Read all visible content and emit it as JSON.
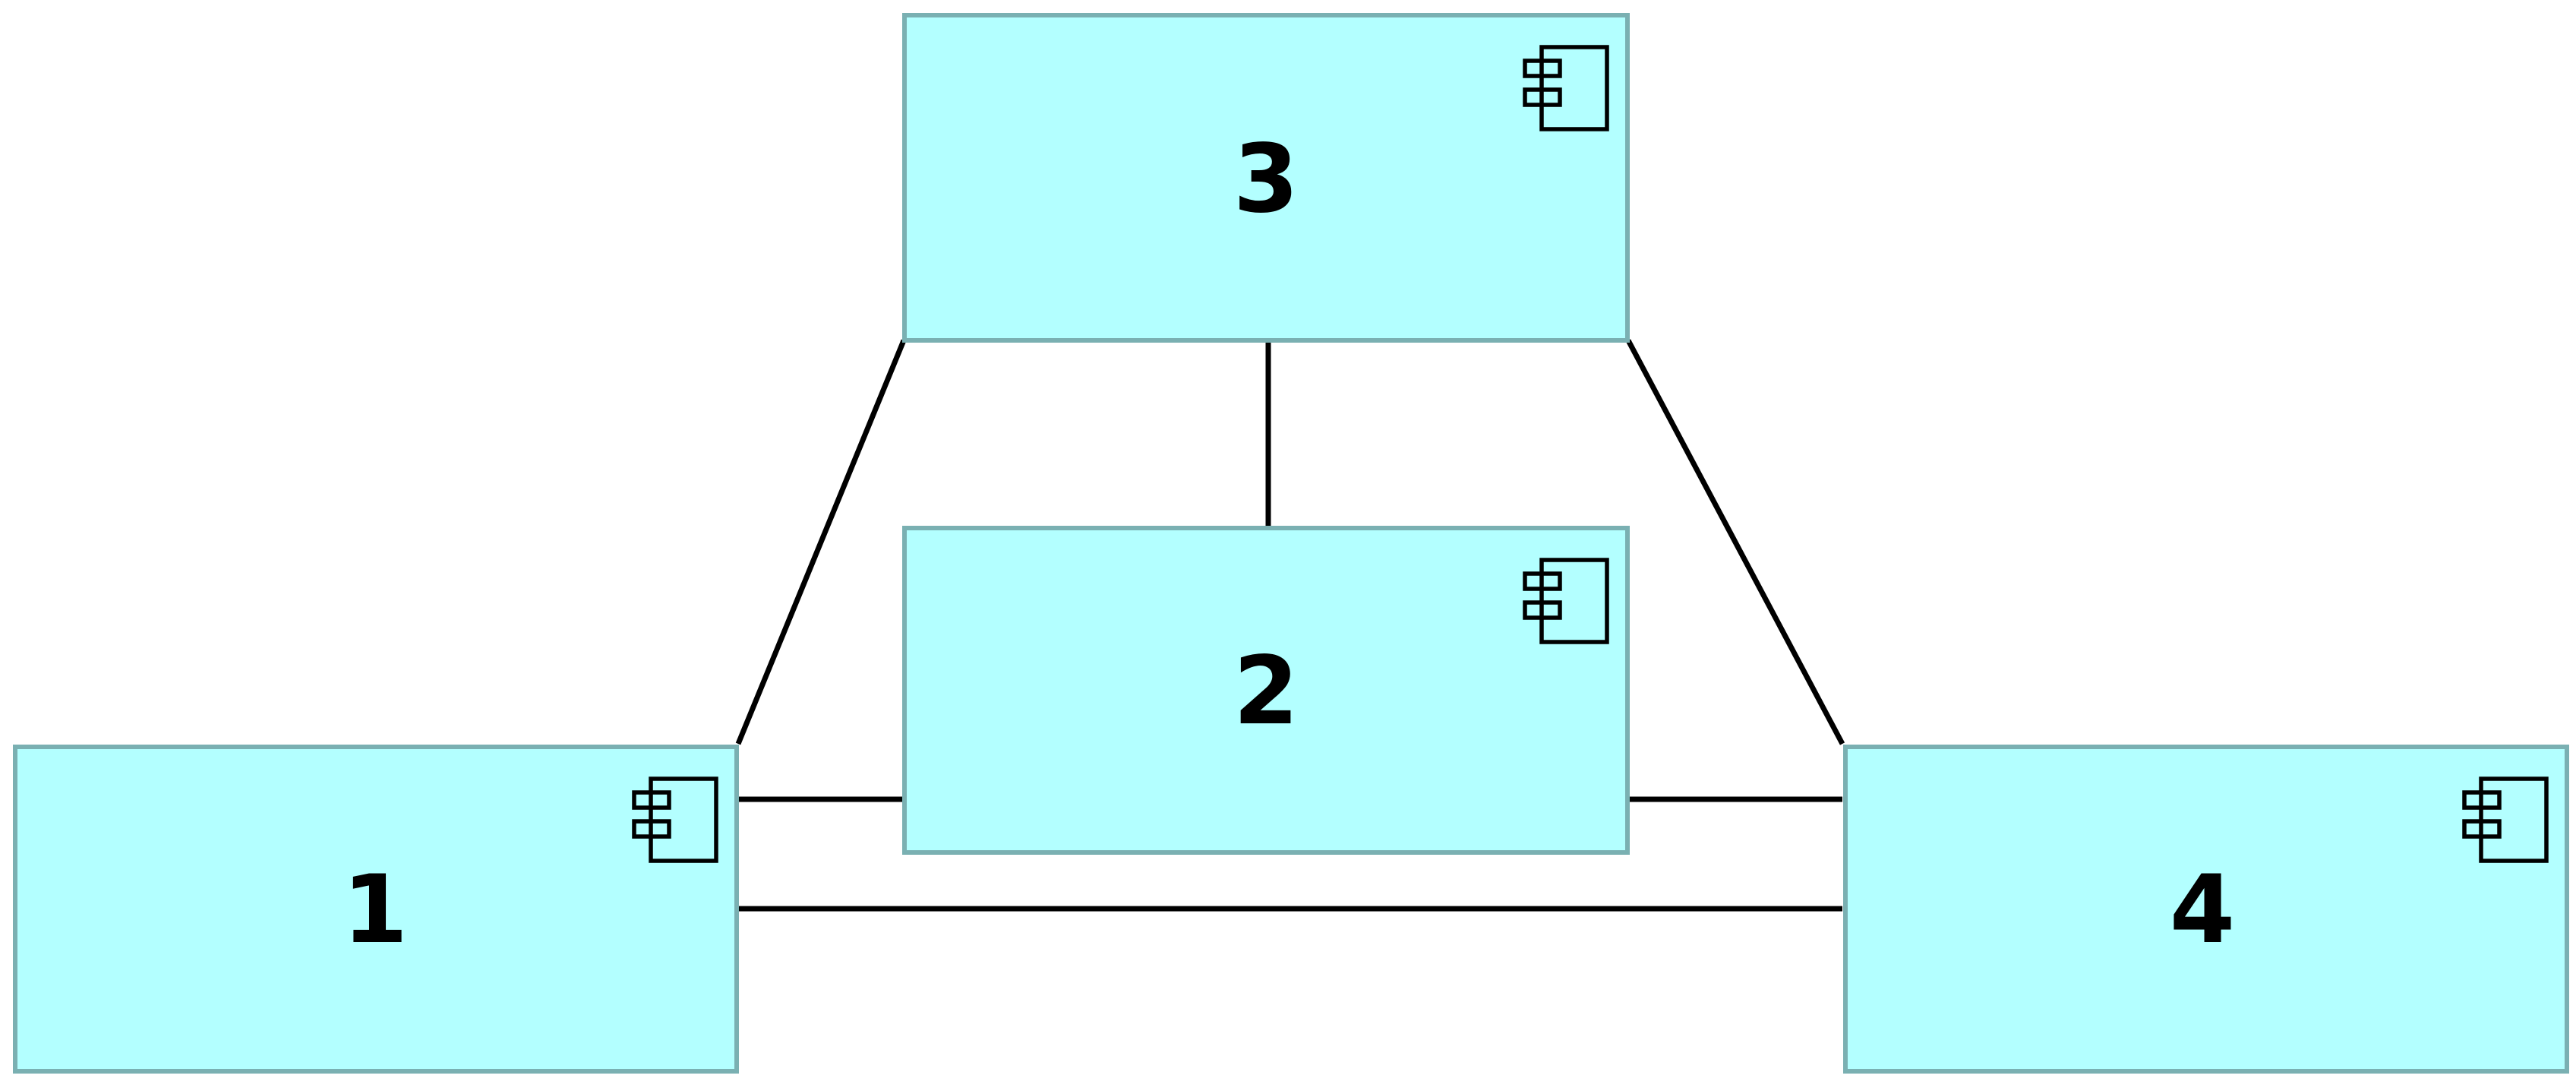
{
  "diagram": {
    "colors": {
      "box_fill": "#b3ffff",
      "box_border": "#7ab0b2",
      "connector": "#000000",
      "text": "#000000",
      "background": "#ffffff"
    },
    "icon_name": "uml-component-icon",
    "nodes": [
      {
        "id": "n1",
        "label": "1"
      },
      {
        "id": "n2",
        "label": "2"
      },
      {
        "id": "n3",
        "label": "3"
      },
      {
        "id": "n4",
        "label": "4"
      }
    ],
    "connections": [
      {
        "from": "3",
        "to": "1"
      },
      {
        "from": "3",
        "to": "2"
      },
      {
        "from": "3",
        "to": "4"
      },
      {
        "from": "1",
        "to": "2"
      },
      {
        "from": "2",
        "to": "4"
      },
      {
        "from": "1",
        "to": "4"
      }
    ]
  }
}
